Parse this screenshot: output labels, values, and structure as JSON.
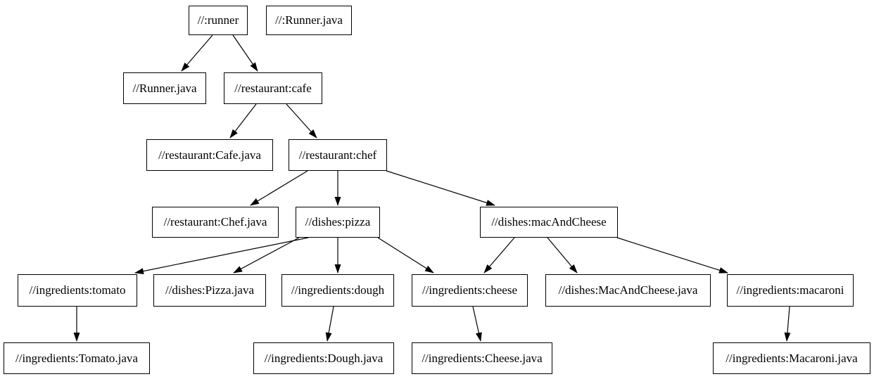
{
  "diagram": {
    "type": "dependency-graph",
    "background_color": "#ffffff",
    "node_border_color": "#000000",
    "node_fill_color": "#ffffff",
    "edge_color": "#000000",
    "text_color": "#000000",
    "nodes": {
      "runner": {
        "label": "//:runner"
      },
      "runner_java_root": {
        "label": "//:Runner.java"
      },
      "runner_java": {
        "label": "//Runner.java"
      },
      "cafe": {
        "label": "//restaurant:cafe"
      },
      "cafe_java": {
        "label": "//restaurant:Cafe.java"
      },
      "chef": {
        "label": "//restaurant:chef"
      },
      "chef_java": {
        "label": "//restaurant:Chef.java"
      },
      "pizza": {
        "label": "//dishes:pizza"
      },
      "mac_and_cheese": {
        "label": "//dishes:macAndCheese"
      },
      "tomato": {
        "label": "//ingredients:tomato"
      },
      "pizza_java": {
        "label": "//dishes:Pizza.java"
      },
      "dough": {
        "label": "//ingredients:dough"
      },
      "cheese": {
        "label": "//ingredients:cheese"
      },
      "mac_and_cheese_java": {
        "label": "//dishes:MacAndCheese.java"
      },
      "macaroni": {
        "label": "//ingredients:macaroni"
      },
      "tomato_java": {
        "label": "//ingredients:Tomato.java"
      },
      "dough_java": {
        "label": "//ingredients:Dough.java"
      },
      "cheese_java": {
        "label": "//ingredients:Cheese.java"
      },
      "macaroni_java": {
        "label": "//ingredients:Macaroni.java"
      }
    },
    "edges": [
      {
        "from": "//:runner",
        "to": "//Runner.java"
      },
      {
        "from": "//:runner",
        "to": "//restaurant:cafe"
      },
      {
        "from": "//restaurant:cafe",
        "to": "//restaurant:Cafe.java"
      },
      {
        "from": "//restaurant:cafe",
        "to": "//restaurant:chef"
      },
      {
        "from": "//restaurant:chef",
        "to": "//restaurant:Chef.java"
      },
      {
        "from": "//restaurant:chef",
        "to": "//dishes:pizza"
      },
      {
        "from": "//restaurant:chef",
        "to": "//dishes:macAndCheese"
      },
      {
        "from": "//dishes:pizza",
        "to": "//ingredients:tomato"
      },
      {
        "from": "//dishes:pizza",
        "to": "//dishes:Pizza.java"
      },
      {
        "from": "//dishes:pizza",
        "to": "//ingredients:dough"
      },
      {
        "from": "//dishes:pizza",
        "to": "//ingredients:cheese"
      },
      {
        "from": "//dishes:macAndCheese",
        "to": "//ingredients:cheese"
      },
      {
        "from": "//dishes:macAndCheese",
        "to": "//dishes:MacAndCheese.java"
      },
      {
        "from": "//dishes:macAndCheese",
        "to": "//ingredients:macaroni"
      },
      {
        "from": "//ingredients:tomato",
        "to": "//ingredients:Tomato.java"
      },
      {
        "from": "//ingredients:dough",
        "to": "//ingredients:Dough.java"
      },
      {
        "from": "//ingredients:cheese",
        "to": "//ingredients:Cheese.java"
      },
      {
        "from": "//ingredients:macaroni",
        "to": "//ingredients:Macaroni.java"
      }
    ]
  }
}
